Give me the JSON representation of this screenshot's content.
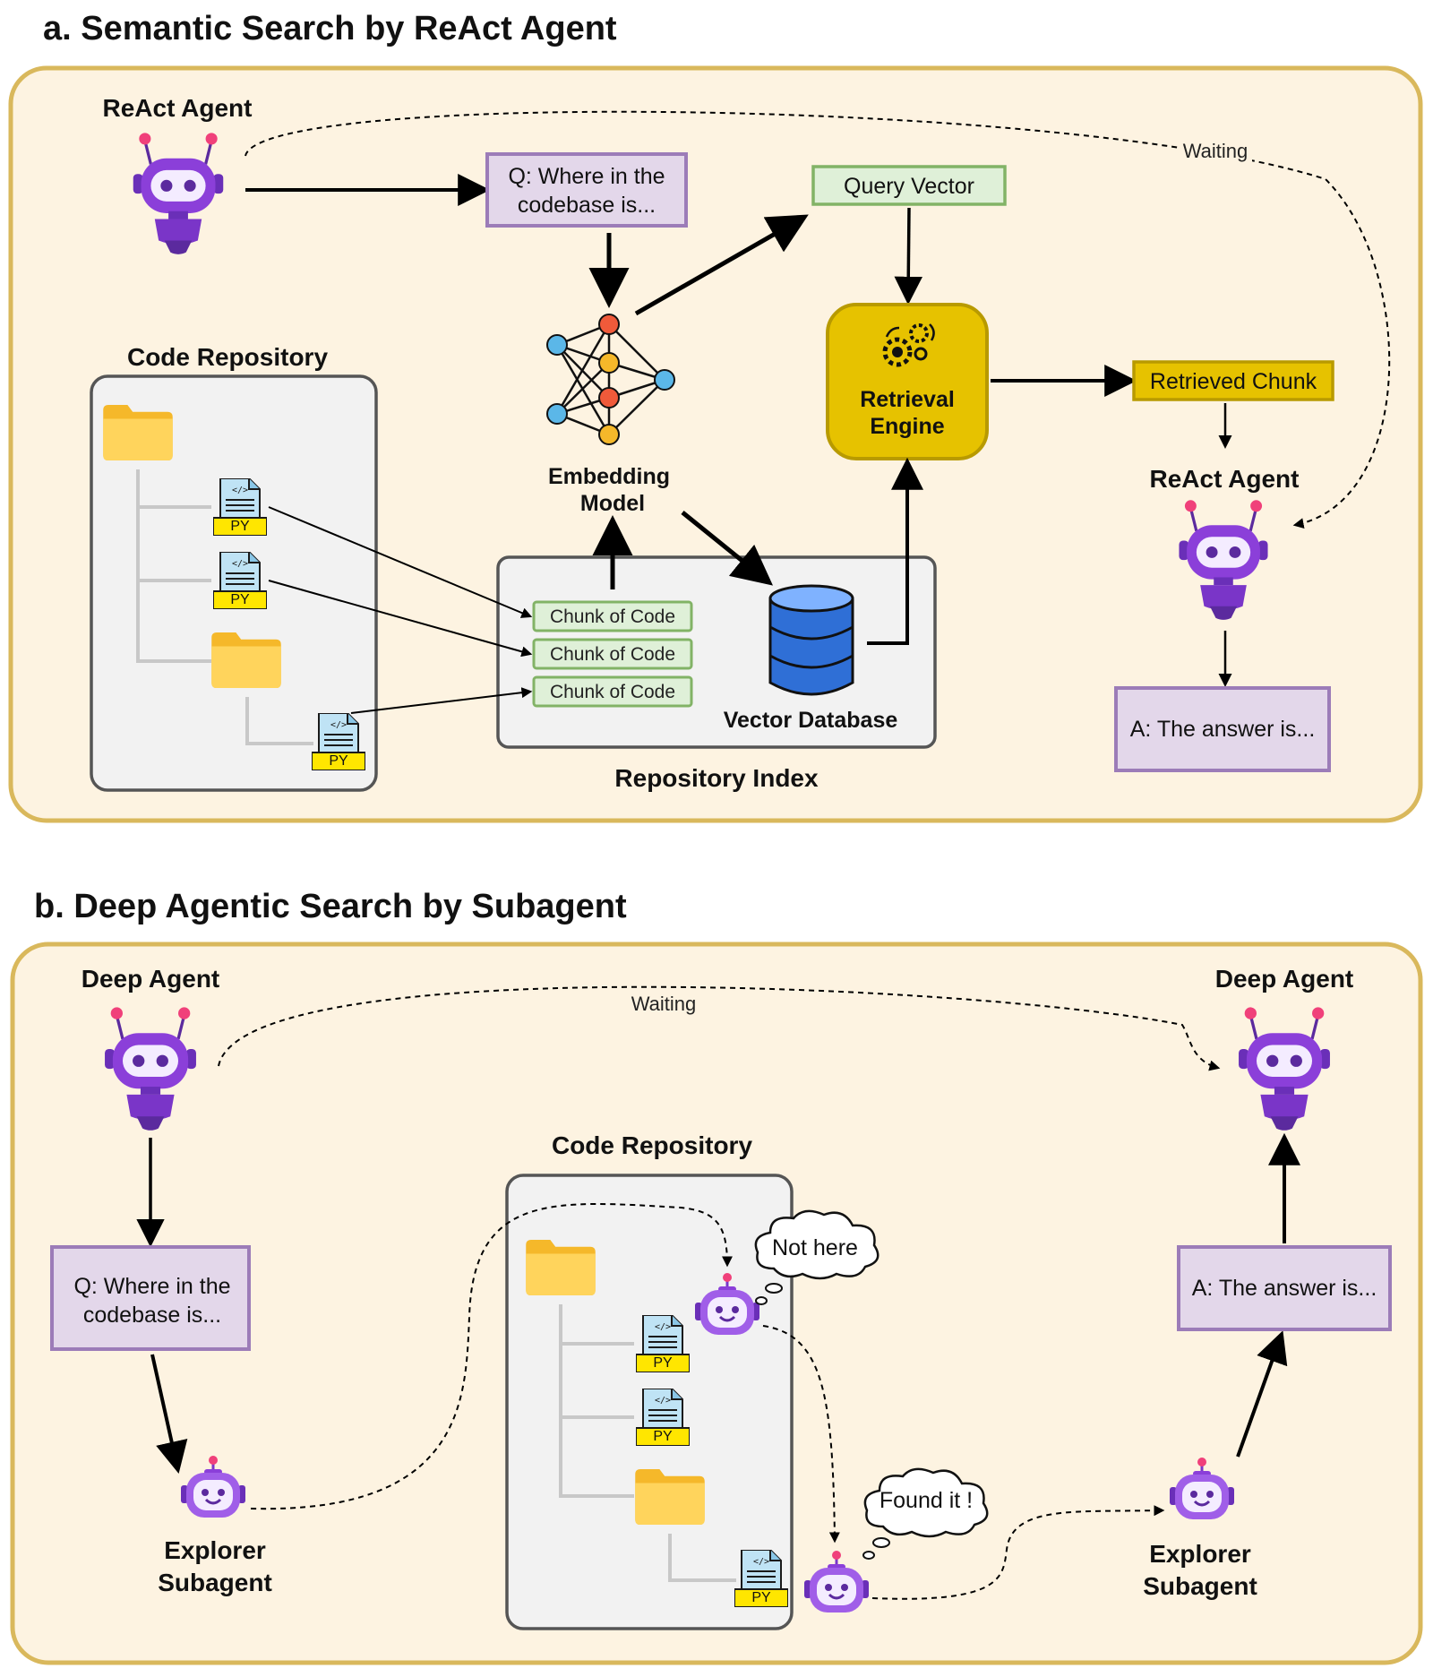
{
  "section_a": {
    "title": "a. Semantic Search by ReAct Agent",
    "react_agent_label": "ReAct Agent",
    "query_box": [
      "Q: Where in the",
      "codebase is..."
    ],
    "query_vector": "Query Vector",
    "embedding_model": [
      "Embedding",
      "Model"
    ],
    "retrieval_engine": [
      "Retrieval",
      "Engine"
    ],
    "retrieved_chunk": "Retrieved Chunk",
    "react_agent_label_2": "ReAct Agent",
    "answer_box": "A: The answer is...",
    "waiting": "Waiting",
    "code_repository": "Code Repository",
    "chunks": [
      "Chunk of Code",
      "Chunk of Code",
      "Chunk of Code"
    ],
    "vector_database": "Vector Database",
    "repository_index": "Repository Index",
    "py_label": "PY"
  },
  "section_b": {
    "title": "b. Deep Agentic Search by Subagent",
    "deep_agent_left": "Deep Agent",
    "deep_agent_right": "Deep Agent",
    "waiting": "Waiting",
    "query_box": [
      "Q: Where in the",
      "codebase is..."
    ],
    "explorer_left": [
      "Explorer",
      "Subagent"
    ],
    "explorer_right": [
      "Explorer",
      "Subagent"
    ],
    "code_repository": "Code Repository",
    "not_here": "Not here",
    "found_it": "Found it !",
    "answer_box": "A: The answer is...",
    "py_label": "PY"
  },
  "colors": {
    "panel_fill": "#fdf3e1",
    "panel_stroke": "#d9b85c",
    "purple_box_fill": "#e3d7ea",
    "purple_box_stroke": "#9c7cb8",
    "green_box_fill": "#dff0d8",
    "green_box_stroke": "#82b366",
    "yellow_box_fill": "#e6c200",
    "yellow_box_stroke": "#b89a00",
    "robot_purple": "#8b3fd9"
  }
}
